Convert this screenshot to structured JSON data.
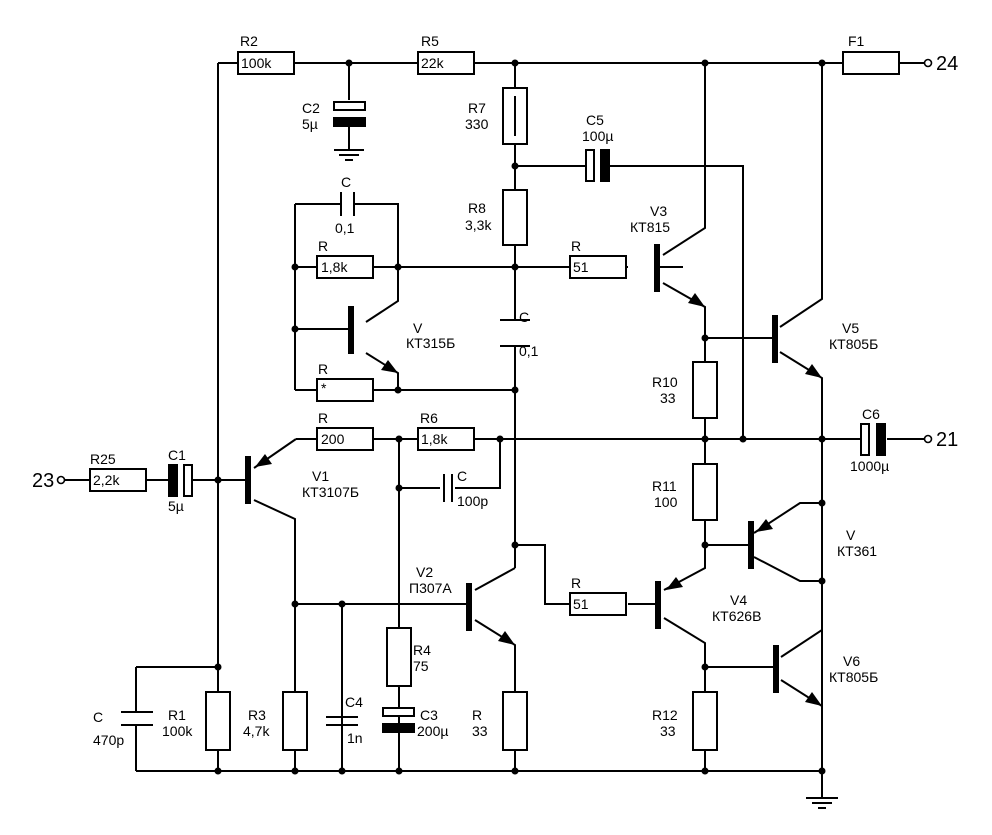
{
  "diagram": {
    "type": "schematic",
    "subject": "Audio power amplifier",
    "terminals": [
      {
        "id": "t23",
        "label": "23",
        "role": "input"
      },
      {
        "id": "t24",
        "label": "24",
        "role": "supply"
      },
      {
        "id": "t21",
        "label": "21",
        "role": "output"
      }
    ],
    "resistors": [
      {
        "ref": "R2",
        "value": "100k"
      },
      {
        "ref": "R5",
        "value": "22k"
      },
      {
        "ref": "R7",
        "value": "330"
      },
      {
        "ref": "R8",
        "value": "3,3k"
      },
      {
        "ref": "R",
        "value": "1,8k",
        "id": "r_fb"
      },
      {
        "ref": "R",
        "value": "*",
        "id": "r_star"
      },
      {
        "ref": "R",
        "value": "51",
        "id": "r_v3"
      },
      {
        "ref": "R10",
        "value": "33"
      },
      {
        "ref": "R",
        "value": "200",
        "id": "r_200"
      },
      {
        "ref": "R6",
        "value": "1,8k"
      },
      {
        "ref": "R11",
        "value": "100"
      },
      {
        "ref": "R25",
        "value": "2,2k"
      },
      {
        "ref": "R",
        "value": "51",
        "id": "r_v4"
      },
      {
        "ref": "R4",
        "value": "75"
      },
      {
        "ref": "R1",
        "value": "100k"
      },
      {
        "ref": "R3",
        "value": "4,7k"
      },
      {
        "ref": "R",
        "value": "33",
        "id": "r_v2e"
      },
      {
        "ref": "R12",
        "value": "33"
      }
    ],
    "capacitors": [
      {
        "ref": "C2",
        "value": "5µ",
        "polar": true
      },
      {
        "ref": "C5",
        "value": "100µ",
        "polar": true
      },
      {
        "ref": "C",
        "value": "0,1",
        "id": "c_top"
      },
      {
        "ref": "C",
        "value": "0,1",
        "id": "c_mid"
      },
      {
        "ref": "C6",
        "value": "1000µ",
        "polar": true
      },
      {
        "ref": "C1",
        "value": "5µ",
        "polar": true
      },
      {
        "ref": "C",
        "value": "100p",
        "id": "c_100p"
      },
      {
        "ref": "C",
        "value": "470p",
        "id": "c_470p"
      },
      {
        "ref": "C4",
        "value": "1n"
      },
      {
        "ref": "C3",
        "value": "200µ",
        "polar": true
      }
    ],
    "fuses": [
      {
        "ref": "F1"
      }
    ],
    "transistors": [
      {
        "ref": "V3",
        "part": "КТ815"
      },
      {
        "ref": "V",
        "part": "КТ315Б",
        "id": "v_bias"
      },
      {
        "ref": "V5",
        "part": "КТ805Б"
      },
      {
        "ref": "V1",
        "part": "КТ3107Б"
      },
      {
        "ref": "V",
        "part": "КТ361",
        "id": "v_prot"
      },
      {
        "ref": "V2",
        "part": "П307А"
      },
      {
        "ref": "V4",
        "part": "КТ626В"
      },
      {
        "ref": "V6",
        "part": "КТ805Б"
      }
    ]
  }
}
